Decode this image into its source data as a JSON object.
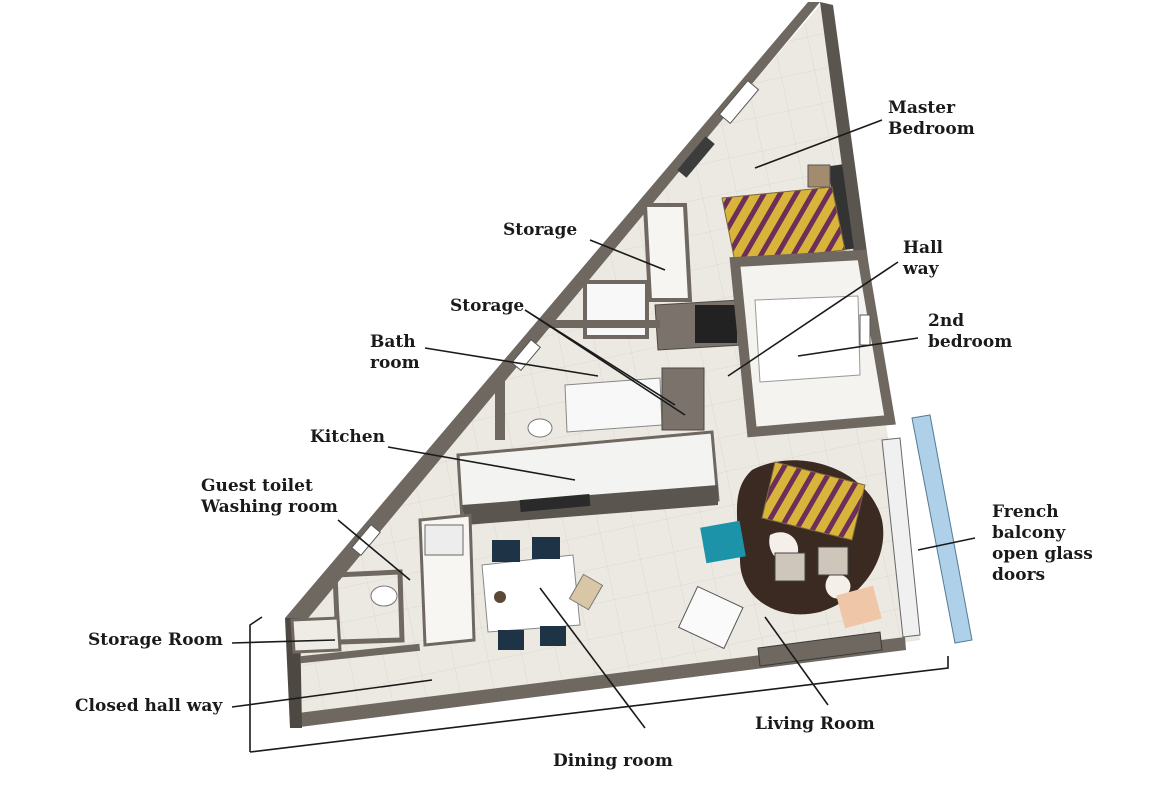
{
  "labels": {
    "master_bedroom": [
      "Master",
      "Bedroom"
    ],
    "storage_1": "Storage",
    "hall_way": [
      "Hall",
      "way"
    ],
    "storage_2": "Storage",
    "bath_room": [
      "Bath",
      "room"
    ],
    "second_bedroom": [
      "2nd",
      "bedroom"
    ],
    "kitchen": "Kitchen",
    "guest_toilet": [
      "Guest toilet",
      "Washing room"
    ],
    "french_balcony": [
      "French",
      "balcony",
      "open glass",
      "doors"
    ],
    "storage_room": "Storage Room",
    "closed_hall_way": "Closed hall way",
    "living_room": "Living Room",
    "dining_room": "Dining room"
  },
  "colors": {
    "wall": "#6f6861",
    "wall_dark": "#4e4842",
    "floor": "#ece9e3",
    "floor_grid": "#dcd8d1",
    "zebra_yellow": "#d9b43a",
    "zebra_purple": "#6b2f5a",
    "teal_chair": "#1c93a8",
    "peach_pouf": "#efc7a8",
    "glass": "#aed0e8",
    "navy_chair": "#1f3347",
    "cowhide_dark": "#3a2a22"
  }
}
